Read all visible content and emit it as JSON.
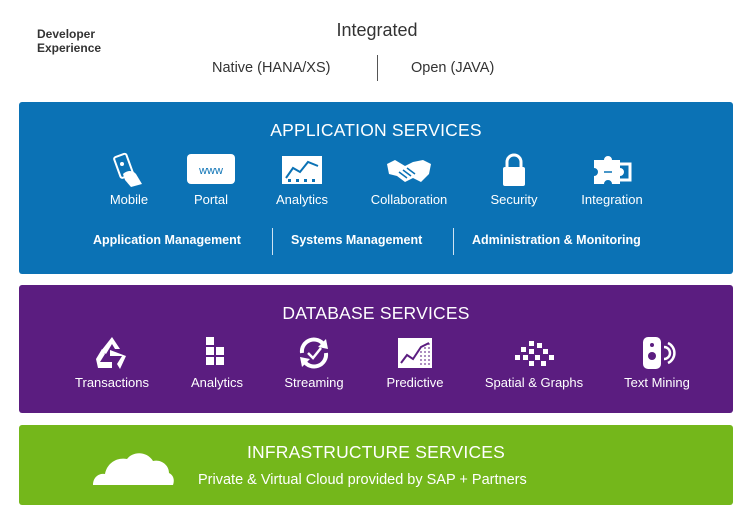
{
  "developer_experience": {
    "line1": "Developer",
    "line2": "Experience"
  },
  "integrated": "Integrated",
  "native": "Native (HANA/XS)",
  "open": "Open (JAVA)",
  "application_services": {
    "title": "APPLICATION SERVICES",
    "items": [
      {
        "label": "Mobile",
        "icon": "mobile-phone-icon"
      },
      {
        "label": "Portal",
        "icon": "www-portal-icon"
      },
      {
        "label": "Analytics",
        "icon": "analytics-chart-icon"
      },
      {
        "label": "Collaboration",
        "icon": "handshake-icon"
      },
      {
        "label": "Security",
        "icon": "padlock-icon"
      },
      {
        "label": "Integration",
        "icon": "puzzle-icon"
      }
    ],
    "management": [
      "Application Management",
      "Systems Management",
      "Administration & Monitoring"
    ]
  },
  "database_services": {
    "title": "DATABASE SERVICES",
    "items": [
      {
        "label": "Transactions",
        "icon": "recycle-icon"
      },
      {
        "label": "Analytics",
        "icon": "blocks-icon"
      },
      {
        "label": "Streaming",
        "icon": "refresh-arrows-icon"
      },
      {
        "label": "Predictive",
        "icon": "trend-chart-icon"
      },
      {
        "label": "Spatial & Graphs",
        "icon": "pixel-grid-icon"
      },
      {
        "label": "Text Mining",
        "icon": "speaker-icon"
      }
    ]
  },
  "infrastructure_services": {
    "title": "INFRASTRUCTURE SERVICES",
    "subtitle": "Private & Virtual Cloud provided by SAP + Partners",
    "icon": "cloud-icon"
  },
  "colors": {
    "application": "#0b72b5",
    "database": "#5b1d80",
    "infrastructure": "#74b71b"
  }
}
